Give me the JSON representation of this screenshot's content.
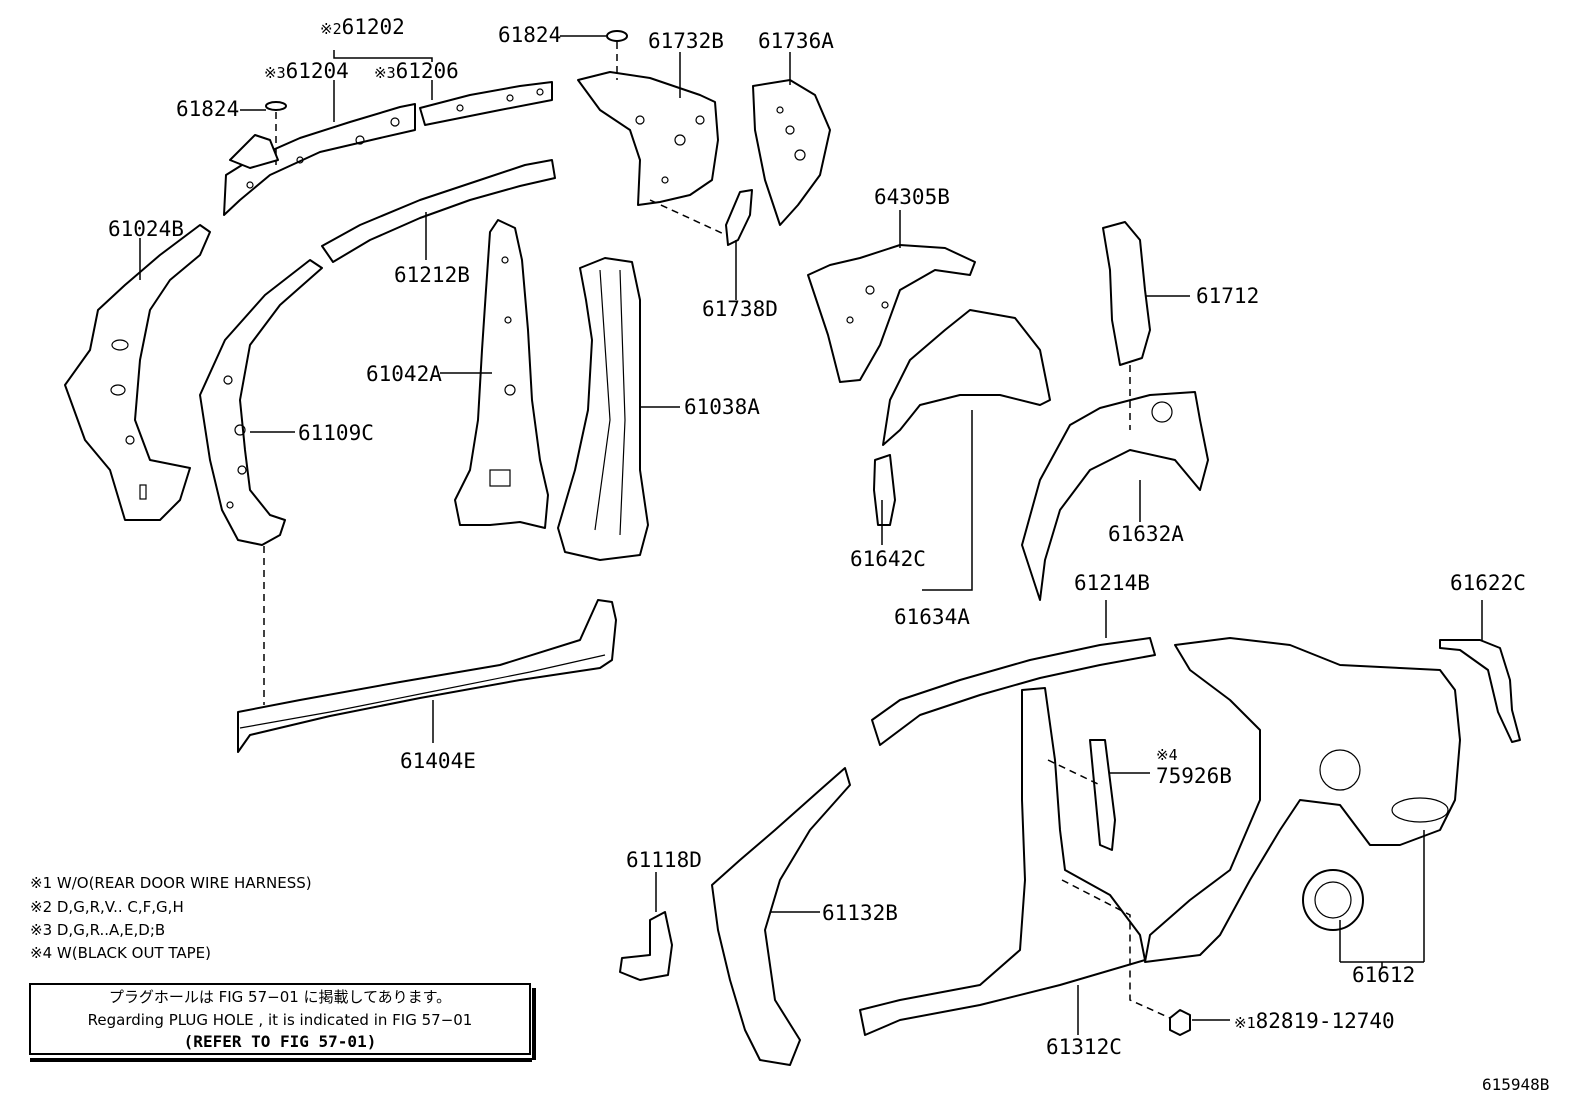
{
  "figure_id": "615948B",
  "parts": {
    "p61202": {
      "mark": "※2",
      "number": "61202"
    },
    "p61204": {
      "mark": "※3",
      "number": "61204"
    },
    "p61206": {
      "mark": "※3",
      "number": "61206"
    },
    "p61824a": {
      "number": "61824"
    },
    "p61824b": {
      "number": "61824"
    },
    "p61732B": {
      "number": "61732B"
    },
    "p61736A": {
      "number": "61736A"
    },
    "p61024B": {
      "number": "61024B"
    },
    "p61212B": {
      "number": "61212B"
    },
    "p61738D": {
      "number": "61738D"
    },
    "p64305B": {
      "number": "64305B"
    },
    "p61712": {
      "number": "61712"
    },
    "p61042A": {
      "number": "61042A"
    },
    "p61038A": {
      "number": "61038A"
    },
    "p61109C": {
      "number": "61109C"
    },
    "p61632A": {
      "number": "61632A"
    },
    "p61642C": {
      "number": "61642C"
    },
    "p61634A": {
      "number": "61634A"
    },
    "p61214B": {
      "number": "61214B"
    },
    "p61622C": {
      "number": "61622C"
    },
    "p61404E": {
      "number": "61404E"
    },
    "p75926B": {
      "mark": "※4",
      "number": "75926B"
    },
    "p61118D": {
      "number": "61118D"
    },
    "p61132B": {
      "number": "61132B"
    },
    "p61612": {
      "number": "61612"
    },
    "p82819": {
      "mark": "※1",
      "number": "82819-12740"
    },
    "p61312C": {
      "number": "61312C"
    }
  },
  "notes": [
    "※1 W/O(REAR DOOR WIRE HARNESS)",
    "※2 D,G,R,V.. C,F,G,H",
    "※3 D,G,R..A,E,D;B",
    "※4 W(BLACK OUT TAPE)"
  ],
  "reference_box": {
    "line1": "プラグホールは FIG 57−01 に掲載してあります。",
    "line2": "Regarding  PLUG  HOLE , it is indicated in  FIG  57−01",
    "line3": "(REFER TO FIG 57-01)"
  }
}
